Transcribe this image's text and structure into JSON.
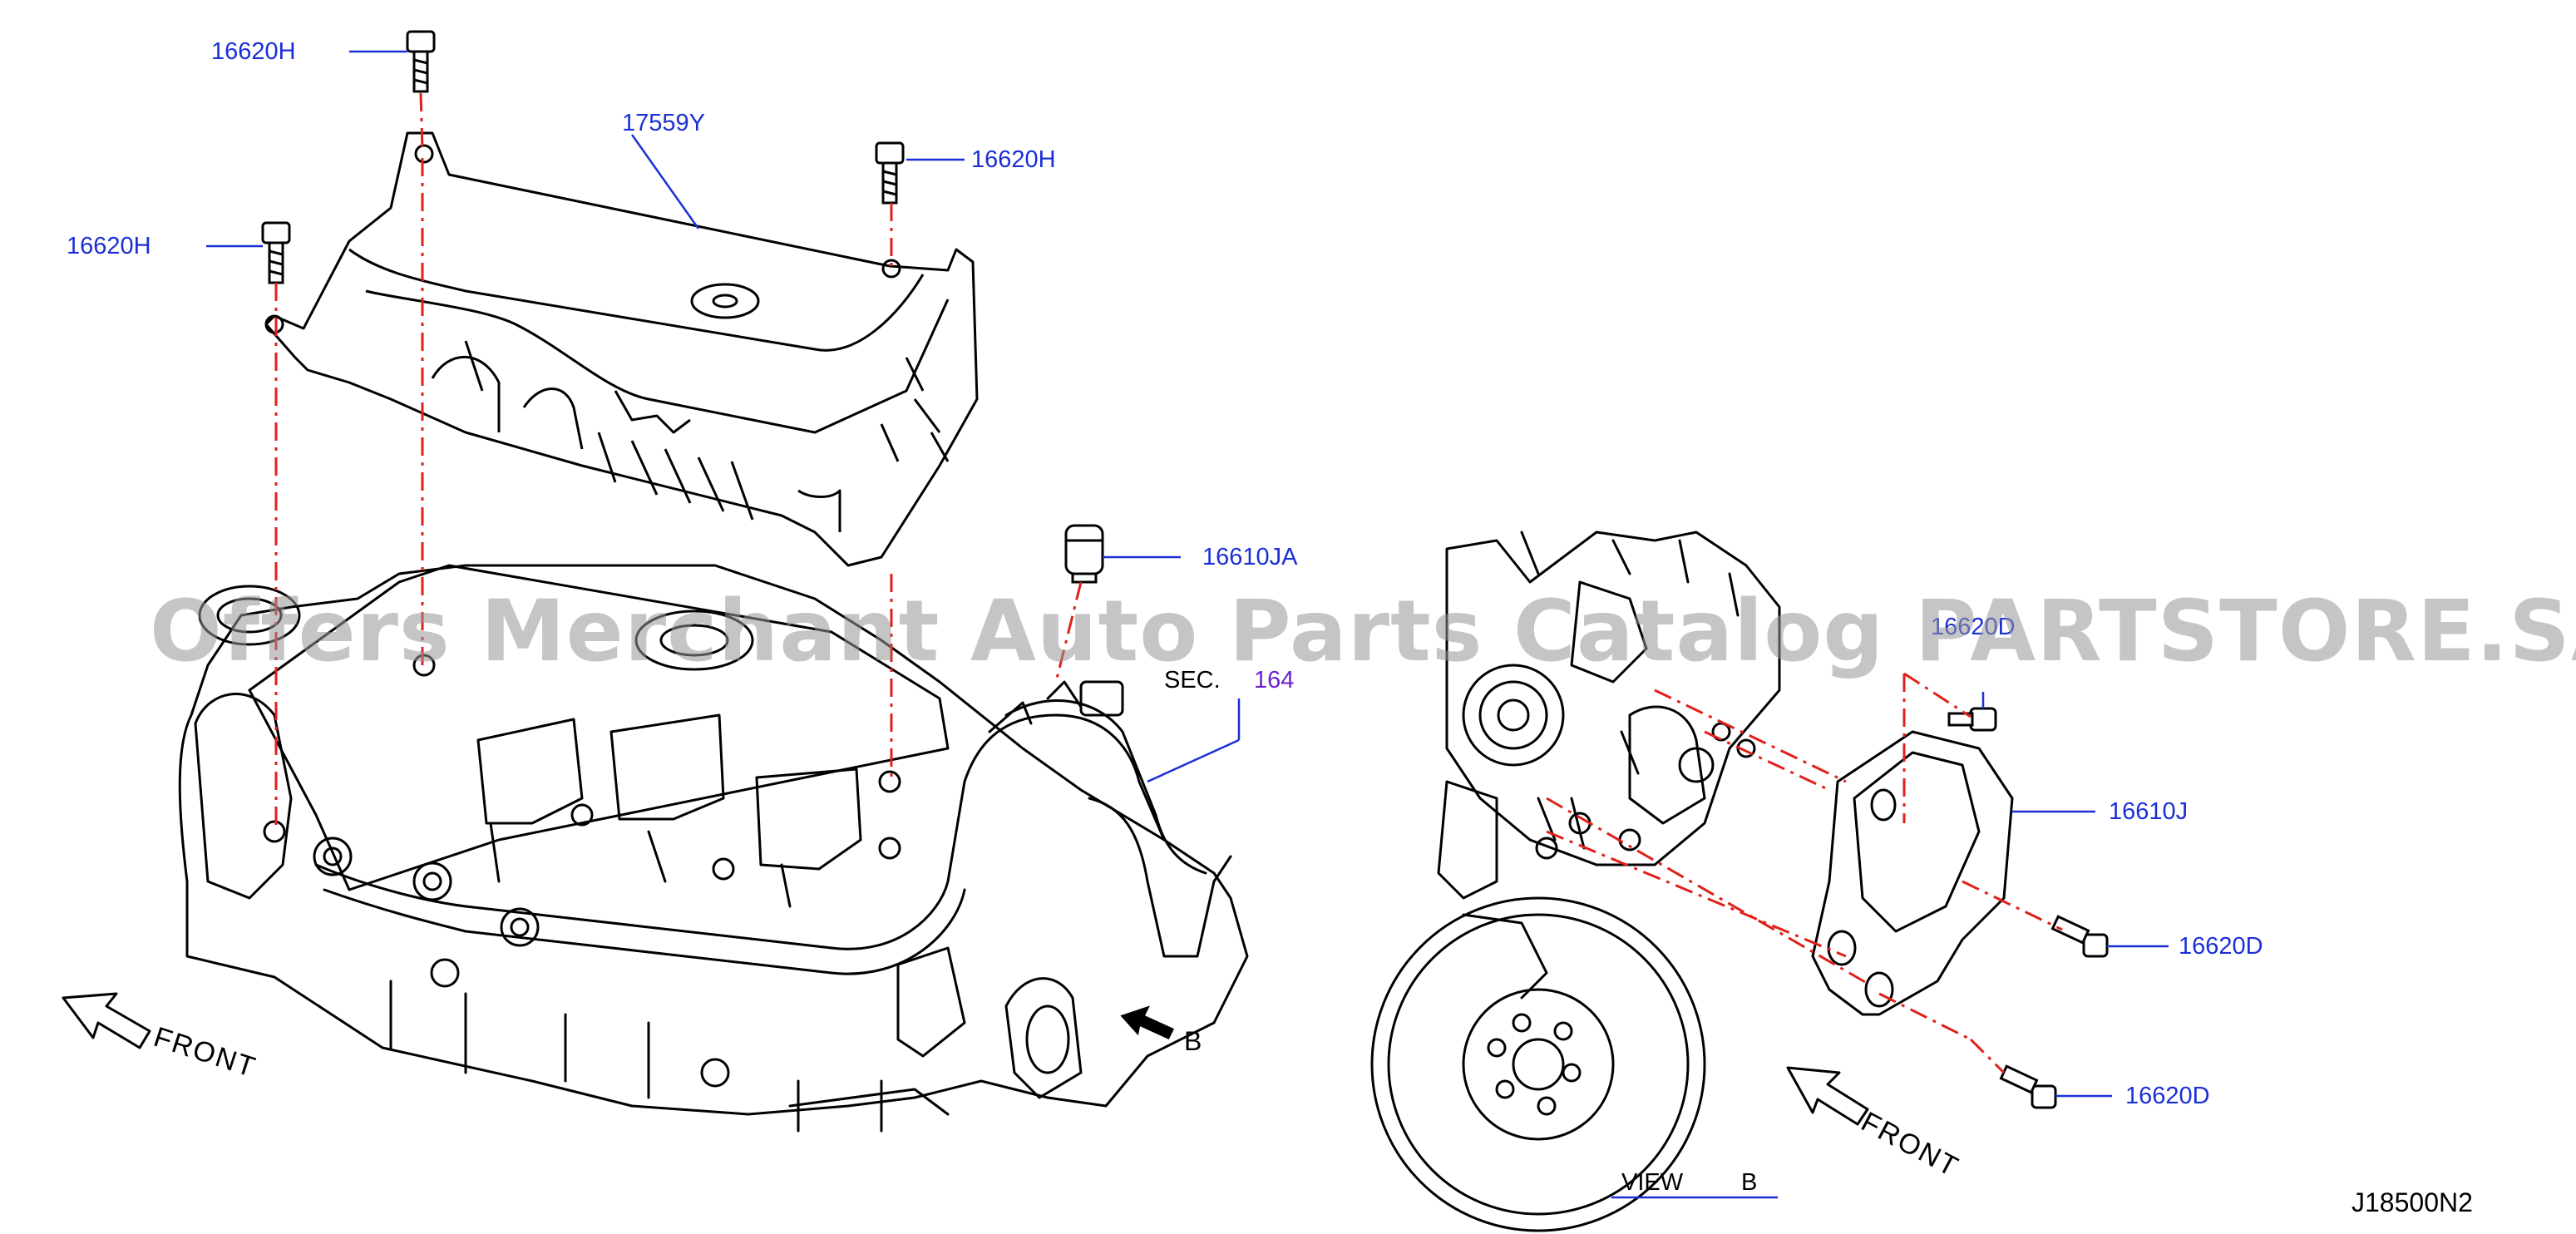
{
  "labels": {
    "p16620H_top": "16620H",
    "p17559Y": "17559Y",
    "p16620H_right": "16620H",
    "p16620H_left": "16620H",
    "p16610JA": "16610JA",
    "sec_prefix": "SEC.",
    "sec_num": "164",
    "front_left": "FRONT",
    "b_arrow": "B",
    "p16620D_partial": "16620D",
    "p16610J": "16610J",
    "p16620D_mid": "16620D",
    "p16620D_low": "16620D",
    "front_right": "FRONT",
    "view_text": "VIEW",
    "view_letter": "B",
    "diagram_code": "J18500N2"
  },
  "watermark": "Offers Merchant Auto Parts Catalog PARTSTORE.SA",
  "colors": {
    "leader": "#1a2fd6",
    "centerline": "#e0201a",
    "linework": "#000000",
    "sec_ref": "#6a1fd0"
  }
}
